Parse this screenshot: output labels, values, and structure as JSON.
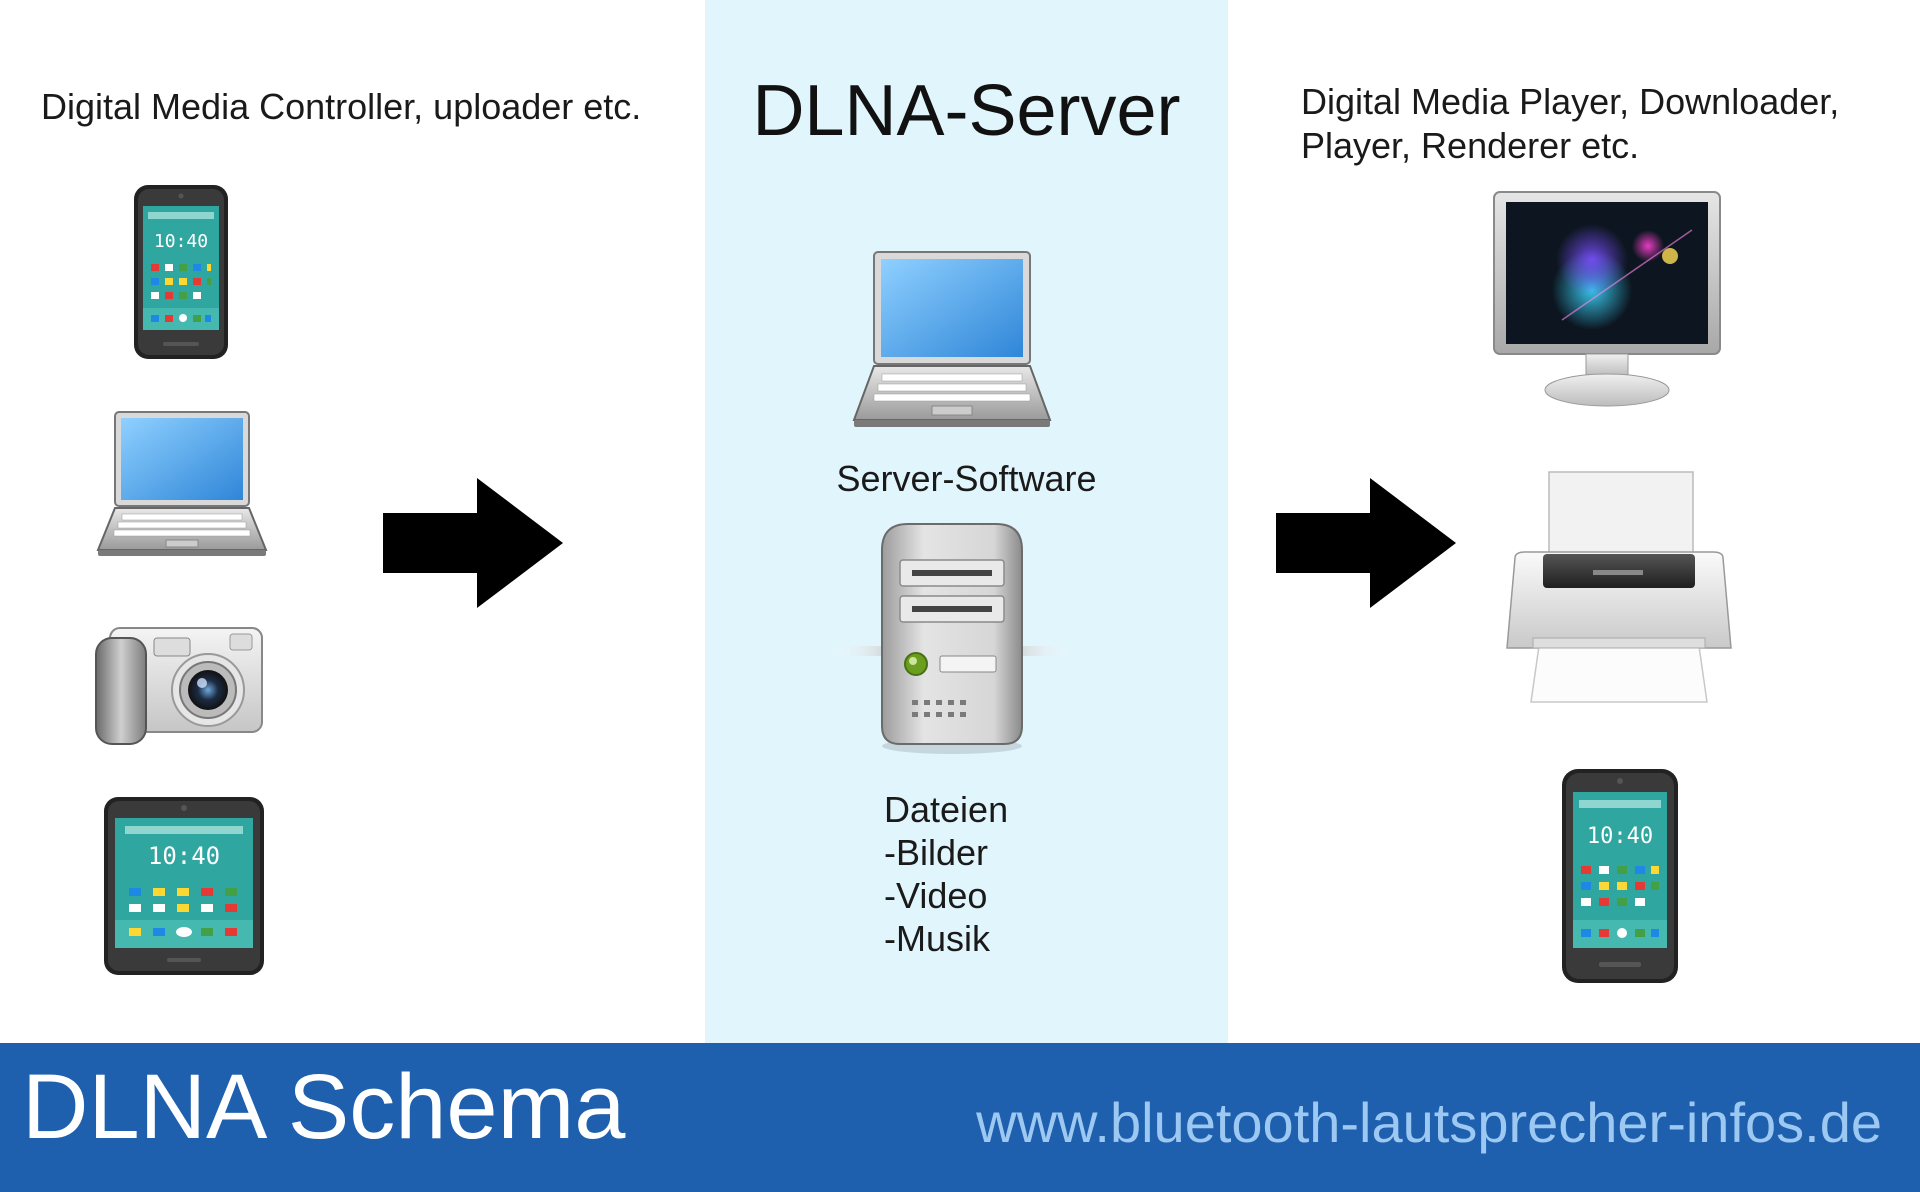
{
  "left_column": {
    "heading": "Digital Media Controller, uploader etc."
  },
  "center_column": {
    "heading": "DLNA-Server",
    "software_label": "Server-Software",
    "files_lines": [
      "Dateien",
      "-Bilder",
      "-Video",
      "-Musik"
    ]
  },
  "right_column": {
    "heading_lines": [
      "Digital Media Player, Downloader,",
      "Player, Renderer etc."
    ]
  },
  "devices": {
    "clock_text": "10:40"
  },
  "footer": {
    "title": "DLNA Schema",
    "url": "www.bluetooth-lautsprecher-infos.de"
  },
  "colors": {
    "server_band": "#e1f5fc",
    "footer_bg": "#1e5fae",
    "footer_url": "#9cc8f2",
    "arrow": "#000000"
  }
}
